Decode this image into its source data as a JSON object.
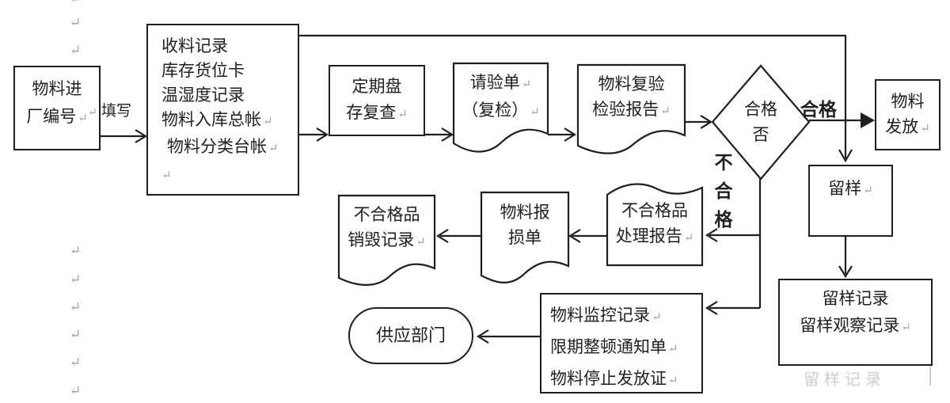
{
  "palette": {
    "stroke": "#1f1f1f",
    "text": "#1f1f1f",
    "muted": "#a3a3a3",
    "ghost": "#c9c9c9"
  },
  "marks": {
    "ret": "↵"
  },
  "labels": {
    "fill": "填写",
    "pass": "合格",
    "fail_vertical": [
      "不",
      "合",
      "格"
    ]
  },
  "nodes": {
    "entry": {
      "lines": [
        {
          "text": "物料进",
          "ret": ""
        },
        {
          "text": "厂编号",
          "ret": "↵"
        }
      ]
    },
    "records": {
      "lines": [
        {
          "text": "收料记录",
          "ret": ""
        },
        {
          "text": "库存货位卡",
          "ret": ""
        },
        {
          "text": "温湿度记录",
          "ret": ""
        },
        {
          "text": "物料入库总帐",
          "ret": "↵"
        },
        {
          "text": "物料分类台帐",
          "ret": "↵"
        },
        {
          "text": "",
          "ret": "↵"
        }
      ]
    },
    "periodic": {
      "lines": [
        {
          "text": "定期盘",
          "ret": ""
        },
        {
          "text": "存复查",
          "ret": "↵"
        }
      ]
    },
    "inspect_request": {
      "lines": [
        {
          "text": "请验单",
          "ret": "↵"
        },
        {
          "text": "（复检）",
          "ret": "↵"
        }
      ]
    },
    "recheck_report": {
      "lines": [
        {
          "text": "物料复验",
          "ret": ""
        },
        {
          "text": "检验报告",
          "ret": "↵"
        }
      ]
    },
    "decision": {
      "lines": [
        {
          "text": "合格",
          "ret": ""
        },
        {
          "text": "否",
          "ret": ""
        }
      ]
    },
    "release": {
      "lines": [
        {
          "text": "物料",
          "ret": ""
        },
        {
          "text": "发放",
          "ret": "↵"
        }
      ]
    },
    "sample": {
      "lines": [
        {
          "text": "留样",
          "ret": "↵"
        }
      ]
    },
    "sample_records": {
      "lines": [
        {
          "text": "留样记录",
          "ret": ""
        },
        {
          "text": "留样观察记录",
          "ret": "↵"
        }
      ]
    },
    "disposal_report": {
      "lines": [
        {
          "text": "不合格品",
          "ret": ""
        },
        {
          "text": "处理报告",
          "ret": "↵"
        }
      ]
    },
    "damage_report": {
      "lines": [
        {
          "text": "物料报",
          "ret": ""
        },
        {
          "text": "损单",
          "ret": ""
        }
      ]
    },
    "destroy_record": {
      "lines": [
        {
          "text": "不合格品",
          "ret": ""
        },
        {
          "text": "销毁记录",
          "ret": "↵"
        }
      ]
    },
    "monitor": {
      "lines": [
        {
          "text": "物料监控记录",
          "ret": "↵"
        },
        {
          "text": "限期整顿通知单",
          "ret": "↵"
        },
        {
          "text": "物料停止发放证",
          "ret": "↵"
        }
      ]
    },
    "supply": {
      "lines": [
        {
          "text": "供应部门",
          "ret": ""
        }
      ]
    }
  },
  "ghost": {
    "text": "留样记录"
  }
}
